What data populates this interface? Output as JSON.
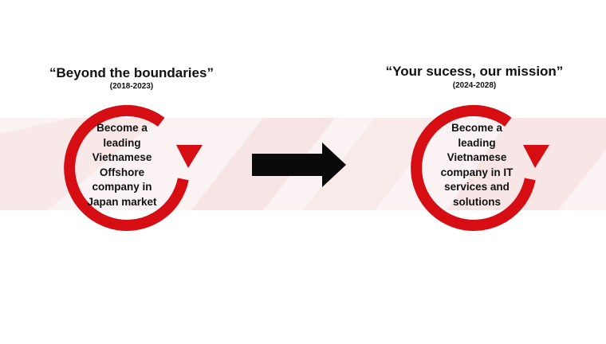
{
  "colors": {
    "accent": "#d60d12",
    "arrow": "#0a0a0a",
    "band": "#f7e9e9"
  },
  "left": {
    "slogan": "“Beyond the boundaries”",
    "period": "(2018-2023)",
    "goal_lines": [
      "Become a",
      "leading",
      "Vietnamese",
      "Offshore",
      "company in",
      "Japan market"
    ]
  },
  "center": {
    "icon": "right-arrow-icon"
  },
  "right": {
    "slogan": "“Your sucess, our mission”",
    "period": "(2024-2028)",
    "goal_lines": [
      "Become a",
      "leading",
      "Vietnamese",
      "company in IT",
      "services and",
      "solutions"
    ]
  }
}
